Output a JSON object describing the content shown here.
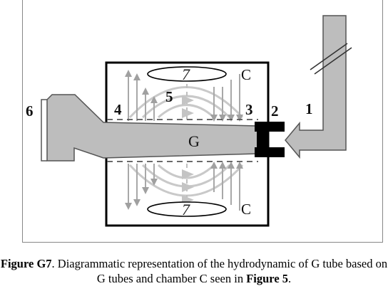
{
  "labels": {
    "tube_6": "6",
    "port_4": "4",
    "port_5": "5",
    "port_3": "3",
    "port_2": "2",
    "inlet_1": "1",
    "tube_g": "G",
    "chamber_top": "C",
    "chamber_bottom": "C",
    "vortex_top": "7",
    "vortex_bottom": "7"
  },
  "caption": {
    "figure_label": "Figure G7",
    "text_part1": ". Diagrammatic representation of the hydrodynamic of G tube based on G tubes and chamber C seen in ",
    "figure_ref": "Figure 5",
    "text_end": "."
  },
  "colors": {
    "tube_fill": "#bdbdbd",
    "tube_stroke": "#555555",
    "chamber_stroke": "#000000",
    "flow_arrows": "#a8a8a8",
    "plug": "#000000"
  }
}
